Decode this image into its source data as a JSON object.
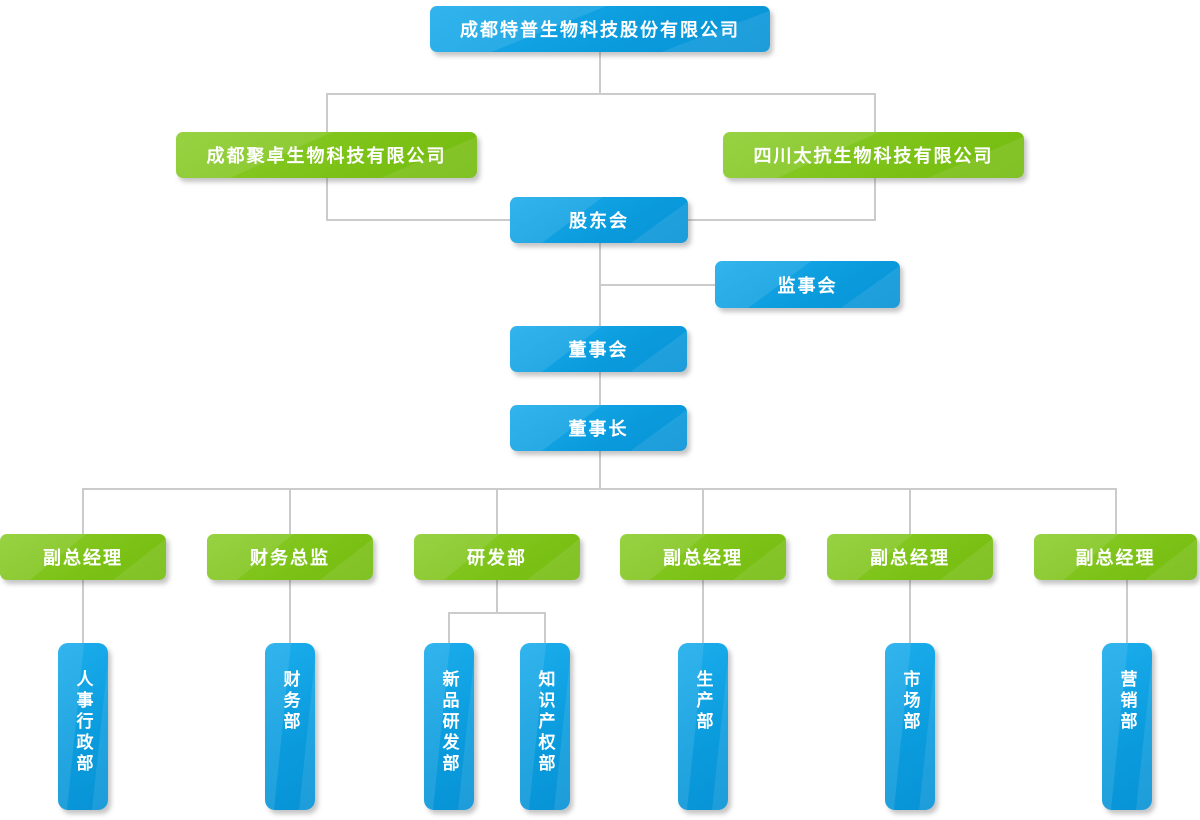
{
  "diagram": {
    "root_company": "成都特普生物科技股份有限公司",
    "subsidiary_left": "成都聚卓生物科技有限公司",
    "subsidiary_right": "四川太抗生物科技有限公司",
    "shareholders_meeting": "股东会",
    "supervisory_board": "监事会",
    "board_of_directors": "董事会",
    "chairman": "董事长",
    "management_row": [
      "副总经理",
      "财务总监",
      "研发部",
      "副总经理",
      "副总经理",
      "副总经理"
    ],
    "department_row": [
      "人事行政部",
      "财务部",
      "新品研发部",
      "知识产权部",
      "生产部",
      "市场部",
      "营销部"
    ]
  },
  "colors": {
    "node_blue": "#0a9bdd",
    "node_green": "#7cc216",
    "connector_gray": "#cbcbcb",
    "text_white": "#ffffff",
    "background": "#ffffff"
  }
}
